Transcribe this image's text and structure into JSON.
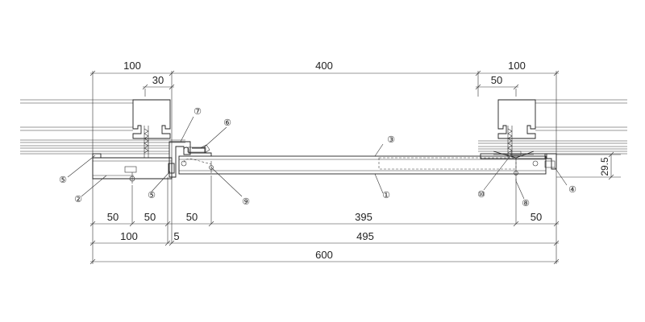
{
  "top_dimensions": [
    "100",
    "400",
    "100"
  ],
  "top_sub_dimensions": [
    "30",
    "50"
  ],
  "bottom_row1": [
    "50",
    "50",
    "50",
    "395",
    "50"
  ],
  "bottom_row2": [
    "100",
    "5",
    "495"
  ],
  "bottom_row3": [
    "600"
  ],
  "side_dimension": "29.5",
  "callouts": [
    "①",
    "②",
    "③",
    "④",
    "⑤",
    "⑤",
    "⑥",
    "⑦",
    "⑧",
    "⑨",
    "⑩"
  ]
}
